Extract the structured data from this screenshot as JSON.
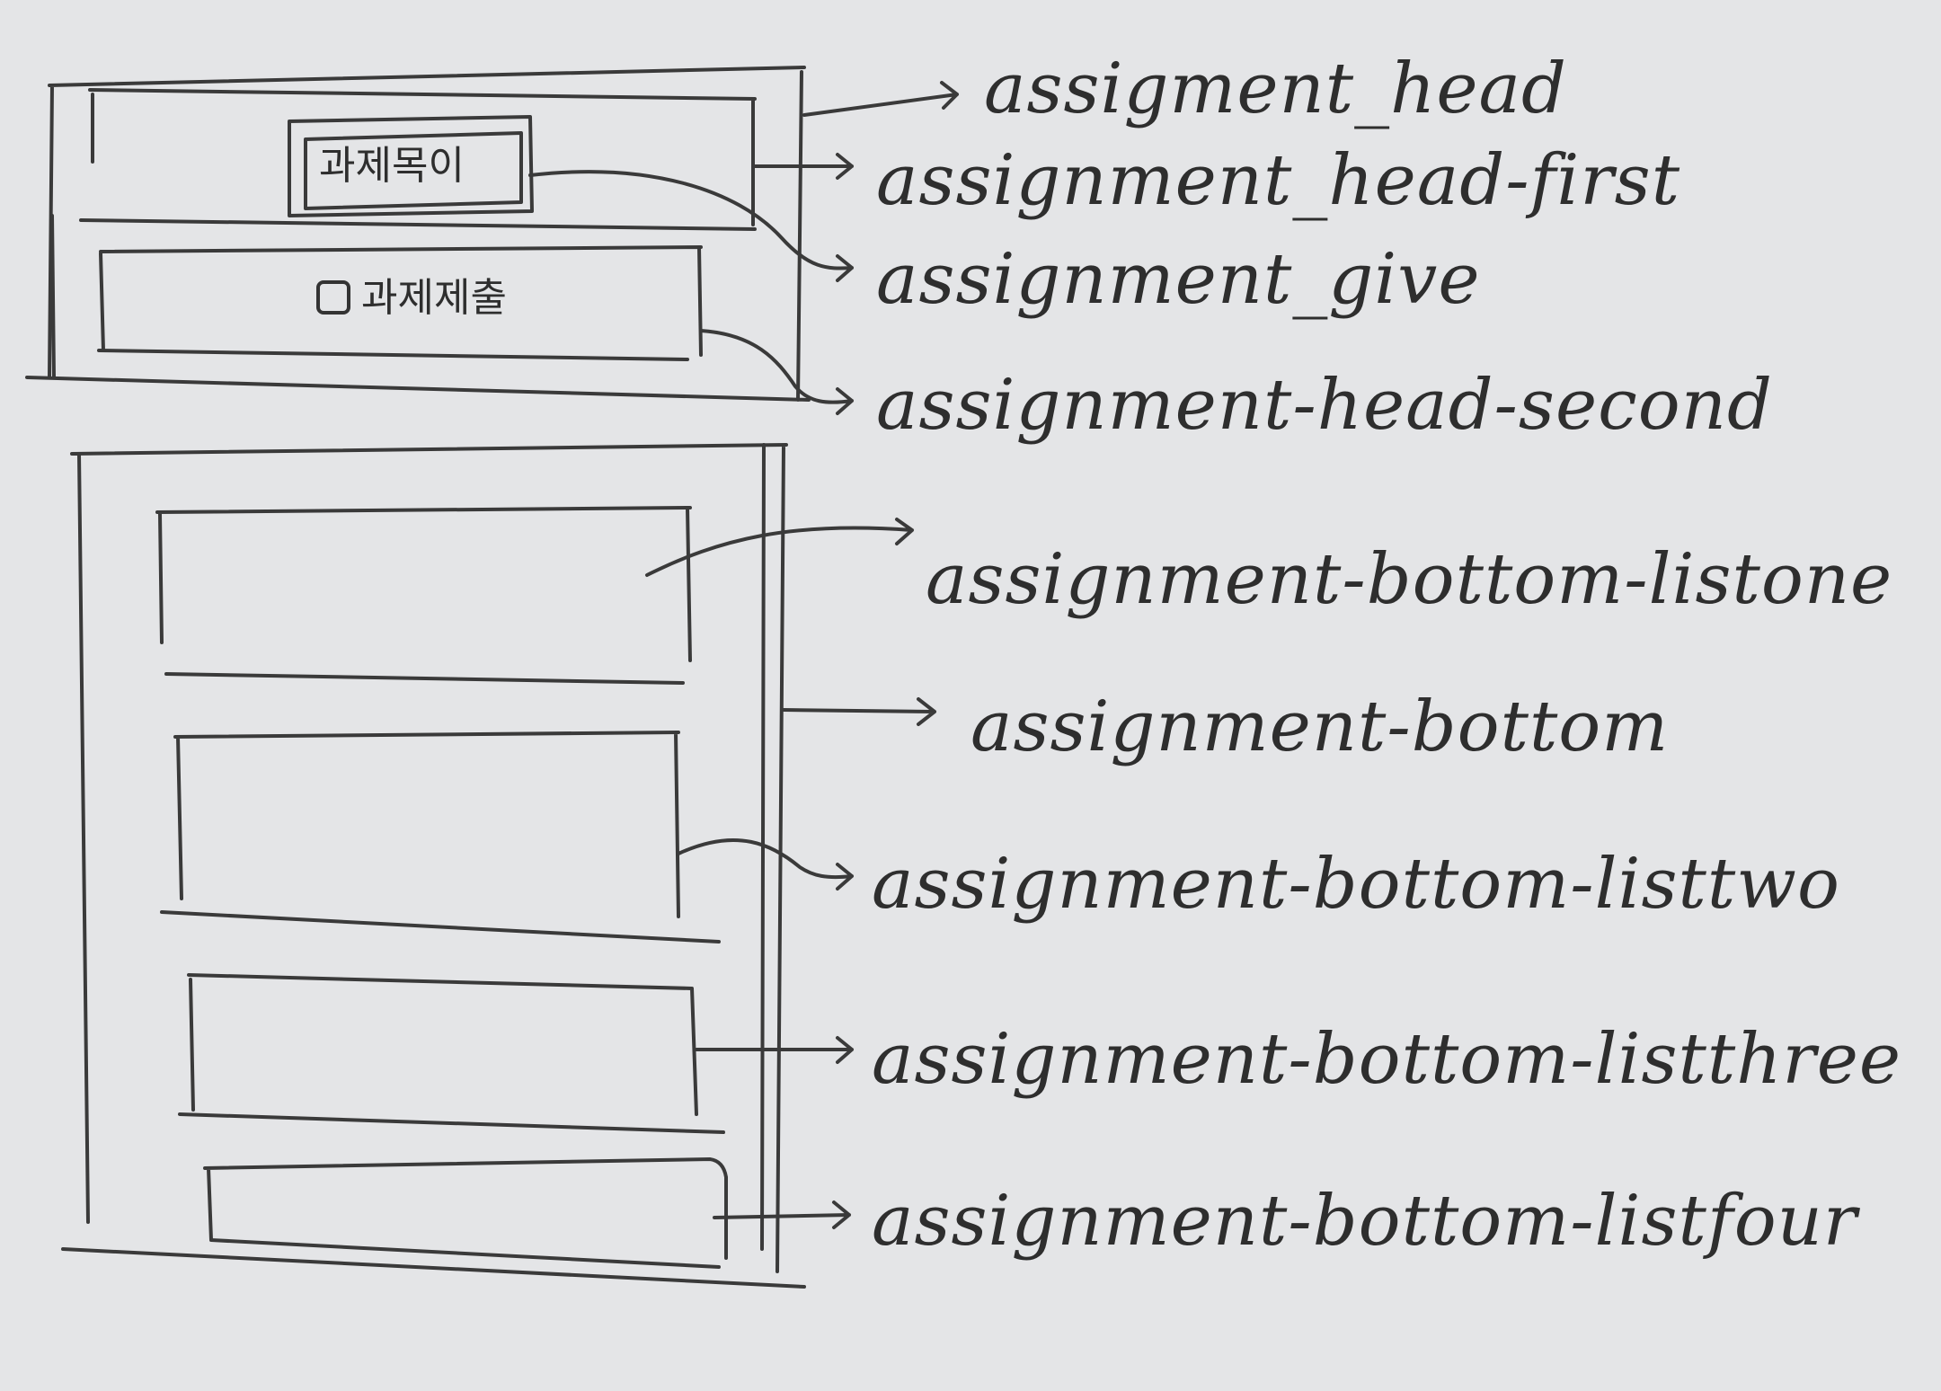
{
  "labels": {
    "head": "assigment_head",
    "head_first": "assignment_head-first",
    "give": "assignment_give",
    "head_second": "assignment-head-second",
    "bottom_listone": "assignment-bottom-listone",
    "bottom": "assignment-bottom",
    "bottom_listtwo": "assignment-bottom-listtwo",
    "bottom_listthree": "assignment-bottom-listthree",
    "bottom_listfour": "assignment-bottom-listfour"
  },
  "sketch": {
    "title_box_text": "과제목이",
    "give_button_text": "과제제출"
  }
}
